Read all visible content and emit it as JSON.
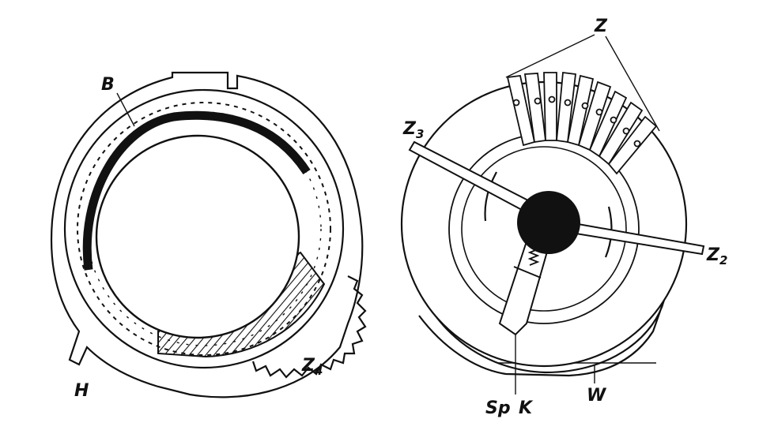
{
  "labels": {
    "B": "B",
    "H": "H",
    "Z4_main": "Z",
    "Z4_sub": "4",
    "Z": "Z",
    "Z3_main": "Z",
    "Z3_sub": "3",
    "Z2_main": "Z",
    "Z2_sub": "2",
    "Sp": "Sp",
    "K": "K",
    "W": "W"
  },
  "colors": {
    "ink": "#111111",
    "paper": "#ffffff"
  },
  "diagram": {
    "left_part": "gear ring with slotted rim, spring band B, handle H and toothed sector Z4",
    "right_part": "disc with comb of teeth Z, arms Z2 and Z3, hub with spring pawl Sp and K, wheel W"
  }
}
